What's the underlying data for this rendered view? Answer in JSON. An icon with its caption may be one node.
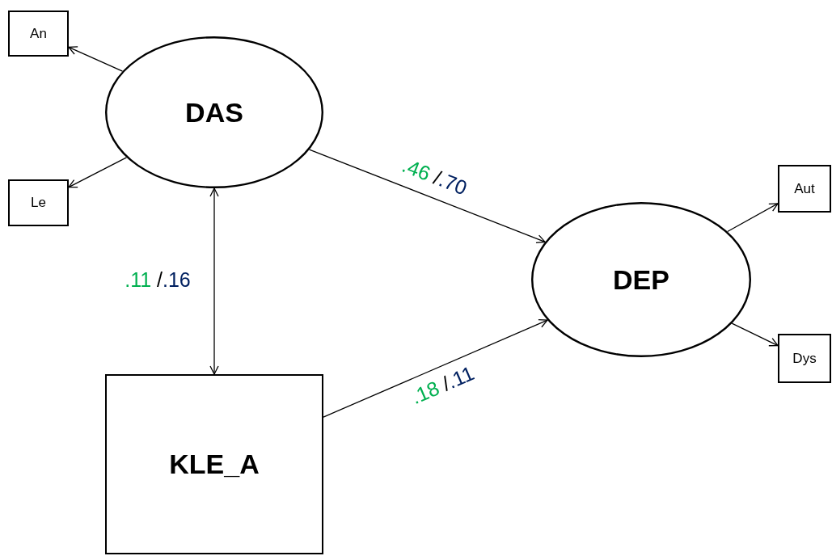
{
  "diagram": {
    "nodes": [
      {
        "text": [
          "An"
        ]
      },
      {
        "text": [
          "DAS"
        ]
      },
      {
        "text": [
          "Le"
        ]
      },
      {
        "text": [
          "DEP"
        ]
      },
      {
        "text": [
          "Aut"
        ]
      },
      {
        "text": [
          "Dys"
        ]
      },
      {
        "text": [
          "KLE_A"
        ]
      }
    ],
    "edges": [
      {
        "from": 1,
        "to": 0,
        "arrow": "to"
      },
      {
        "from": 1,
        "to": 2,
        "arrow": "to"
      },
      {
        "from": 1,
        "to": 6,
        "arrow": "both",
        "label": ".11 /.16"
      },
      {
        "from": 1,
        "to": 3,
        "arrow": "to",
        "label": ".46 /.70"
      },
      {
        "from": 6,
        "to": 3,
        "arrow": "to",
        "label": ".18 /.11"
      },
      {
        "from": 3,
        "to": 4,
        "arrow": "to"
      },
      {
        "from": 3,
        "to": 5,
        "arrow": "to"
      }
    ]
  }
}
